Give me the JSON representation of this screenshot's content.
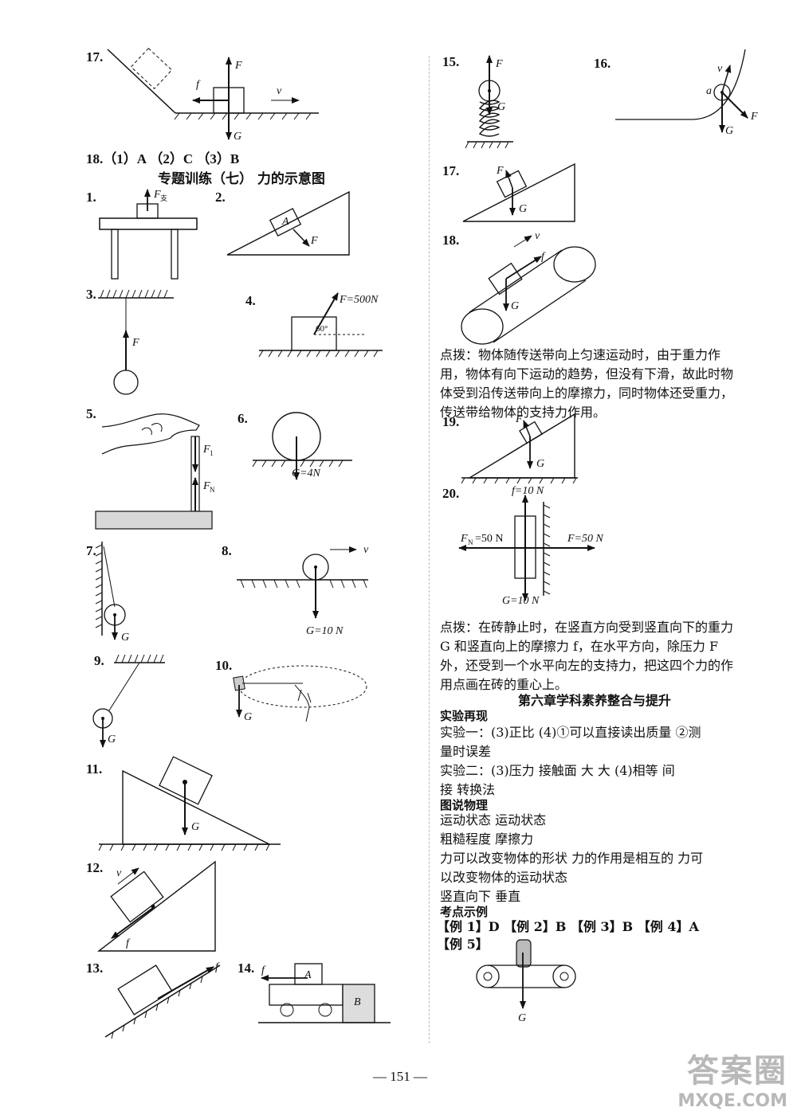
{
  "left": {
    "q17": {
      "num": "17.",
      "labels": {
        "F": "F",
        "f": "f",
        "v": "v",
        "G": "G"
      }
    },
    "q18": "18.（1）A （2）C （3）B",
    "section_title": "专题训练（七） 力的示意图",
    "q1": {
      "num": "1.",
      "F": "F",
      "sub": "支"
    },
    "q2": {
      "num": "2.",
      "A": "A",
      "F": "F"
    },
    "q3": {
      "num": "3.",
      "F": "F"
    },
    "q4": {
      "num": "4.",
      "F": "F=500N",
      "angle": "60°"
    },
    "q5": {
      "num": "5.",
      "F1": "F",
      "F1sub": "1",
      "F2": "F",
      "F2sub": "N"
    },
    "q6": {
      "num": "6.",
      "G": "G=4N"
    },
    "q7": {
      "num": "7.",
      "G": "G"
    },
    "q8": {
      "num": "8.",
      "v": "v",
      "G": "G=10 N"
    },
    "q9": {
      "num": "9.",
      "G": "G"
    },
    "q10": {
      "num": "10.",
      "G": "G"
    },
    "q11": {
      "num": "11.",
      "G": "G"
    },
    "q12": {
      "num": "12.",
      "v": "v",
      "f": "f"
    },
    "q13": {
      "num": "13.",
      "f": "f"
    },
    "q14": {
      "num": "14.",
      "f": "f",
      "A": "A",
      "B": "B"
    }
  },
  "right": {
    "q15": {
      "num": "15.",
      "F": "F",
      "G": "G"
    },
    "q16": {
      "num": "16.",
      "v": "v",
      "a": "a",
      "F": "F",
      "G": "G"
    },
    "q17": {
      "num": "17.",
      "F": "F",
      "G": "G"
    },
    "q18": {
      "num": "18.",
      "v": "v",
      "f": "f",
      "G": "G"
    },
    "hint1": [
      "点拨：物体随传送带向上匀速运动时，由于重力作",
      "用，物体有向下运动的趋势，但没有下滑，故此时物",
      "体受到沿传送带向上的摩擦力，同时物体还受重力，",
      "传送带给物体的支持力作用。"
    ],
    "q19": {
      "num": "19.",
      "F": "F",
      "G": "G"
    },
    "q20": {
      "num": "20.",
      "f": "f=10 N",
      "FN": "F",
      "FNsub": "N",
      "FNval": "=50 N",
      "F": "F=50 N",
      "G": "G=10 N"
    },
    "hint2": [
      "点拨：在砖静止时，在竖直方向受到竖直向下的重力",
      "G 和竖直向上的摩擦力 f，在水平方向，除压力 F",
      "外，还受到一个水平向左的支持力，把这四个力的作",
      "用点画在砖的重心上。"
    ],
    "chapter": "第六章学科素养整合与提升",
    "exp_head": "实验再现",
    "exp_lines": [
      "实验一：(3)正比 (4)①可以直接读出质量 ②测",
      "量时误差",
      "实验二：(3)压力 接触面 大 大 (4)相等 间",
      "接 转换法"
    ],
    "phys_head": "图说物理",
    "phys_lines": [
      "运动状态 运动状态",
      "粗糙程度 摩擦力",
      "力可以改变物体的形状 力的作用是相互的 力可",
      "以改变物体的运动状态",
      "竖直向下 垂直"
    ],
    "kd_head": "考点示例",
    "examples": "【例 1】D 【例 2】B 【例 3】B 【例 4】A",
    "ex5": "【例 5】",
    "ex5_G": "G"
  },
  "footer": {
    "page": "— 151 —"
  },
  "watermark": {
    "top": "答案圈",
    "bottom": "MXQE.COM"
  }
}
